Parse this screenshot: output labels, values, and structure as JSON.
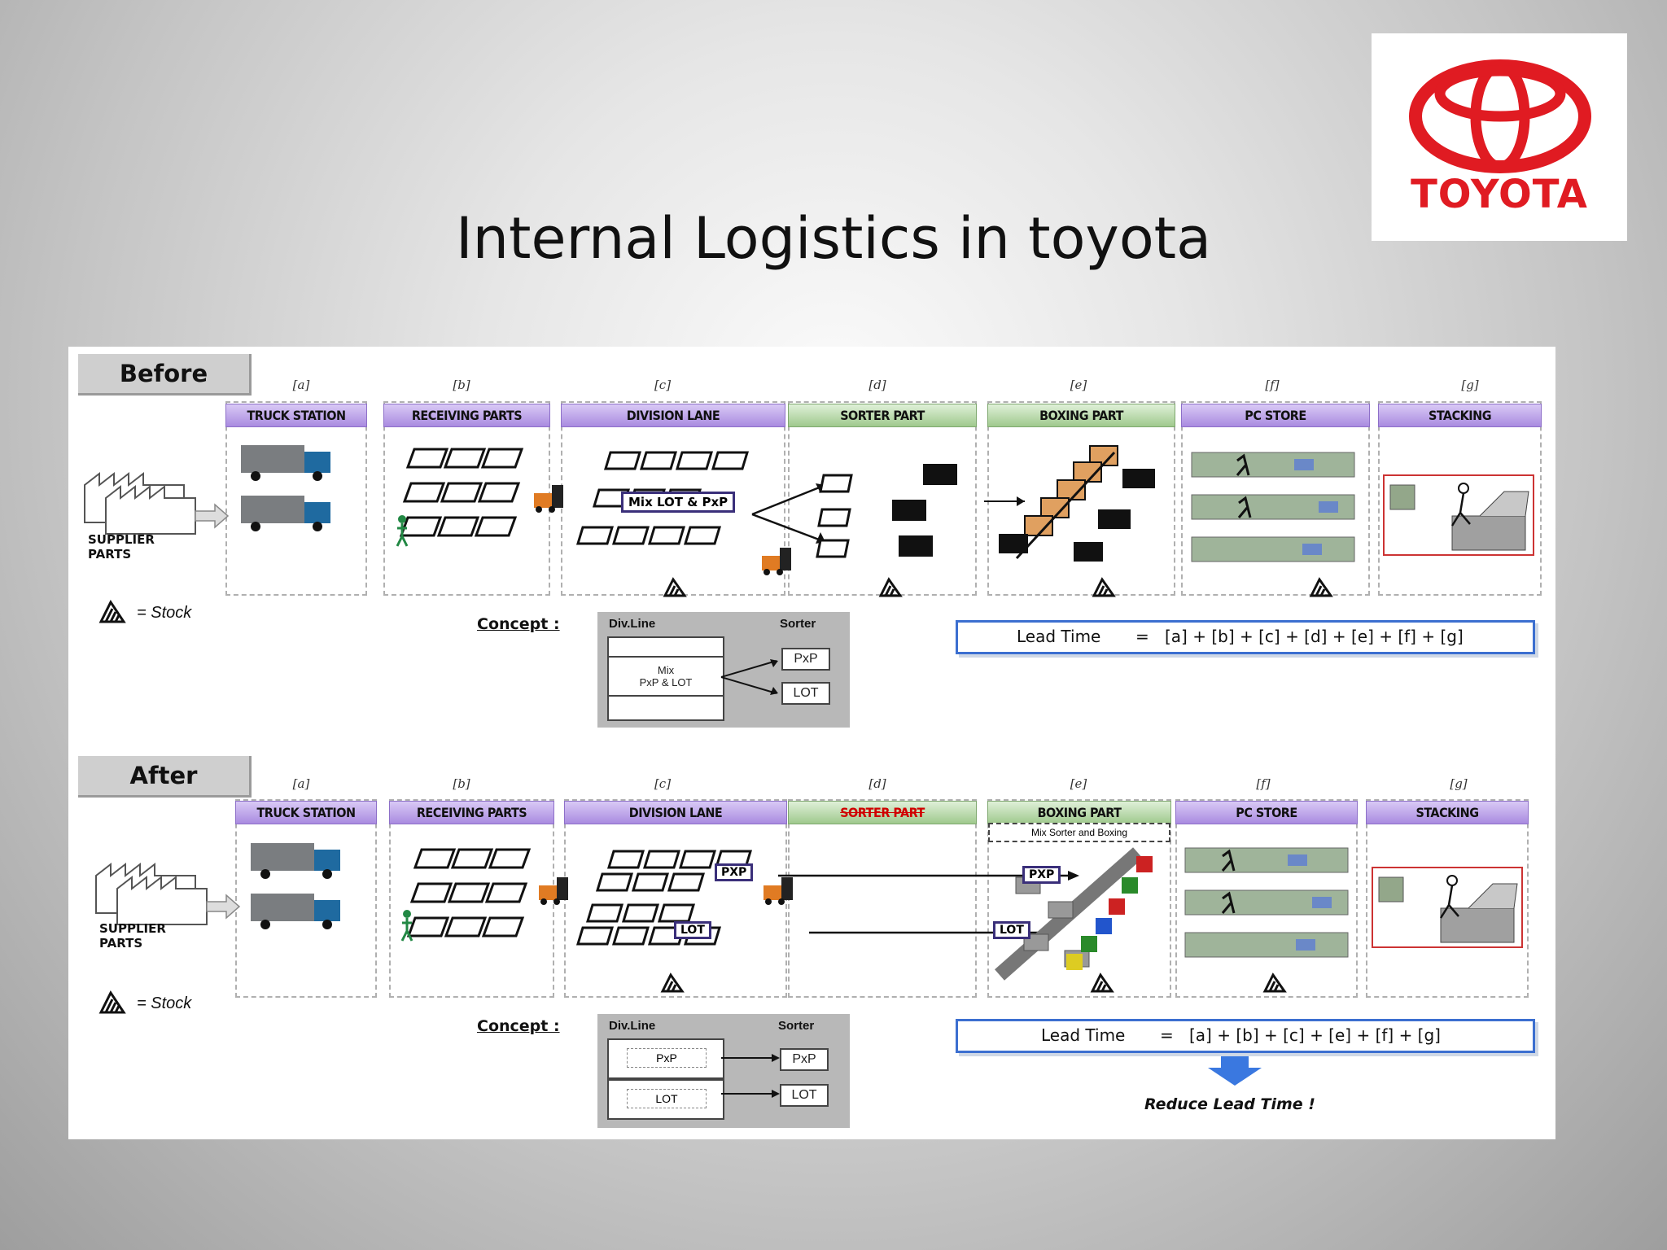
{
  "slide": {
    "title": "Internal Logistics in toyota"
  },
  "logo": {
    "text": "TOYOTA",
    "color": "#e01b22"
  },
  "before": {
    "phase": "Before",
    "stages": [
      {
        "key": "[a]",
        "name": "TRUCK STATION"
      },
      {
        "key": "[b]",
        "name": "RECEIVING PARTS"
      },
      {
        "key": "[c]",
        "name": "DIVISION LANE"
      },
      {
        "key": "[d]",
        "name": "SORTER PART"
      },
      {
        "key": "[e]",
        "name": "BOXING PART"
      },
      {
        "key": "[f]",
        "name": "PC STORE"
      },
      {
        "key": "[g]",
        "name": "STACKING"
      }
    ],
    "supplier": [
      "SUPPLIER",
      "PARTS"
    ],
    "stock_legend": "= Stock",
    "division_tag": "Mix LOT & PxP",
    "concept": {
      "label": "Concept :",
      "left_head": "Div.Line",
      "right_head": "Sorter",
      "mix_line1": "Mix",
      "mix_line2": "PxP & LOT",
      "out1": "PxP",
      "out2": "LOT"
    },
    "lead_time": {
      "label": "Lead Time",
      "eq": "=",
      "formula": "[a] + [b] + [c] + [d] + [e] + [f] + [g]"
    }
  },
  "after": {
    "phase": "After",
    "stages": [
      {
        "key": "[a]",
        "name": "TRUCK STATION"
      },
      {
        "key": "[b]",
        "name": "RECEIVING PARTS"
      },
      {
        "key": "[c]",
        "name": "DIVISION LANE"
      },
      {
        "key": "[d]",
        "name": "SORTER PART"
      },
      {
        "key": "[e]",
        "name": "BOXING PART"
      },
      {
        "key": "[f]",
        "name": "PC STORE"
      },
      {
        "key": "[g]",
        "name": "STACKING"
      }
    ],
    "boxing_sub": "Mix Sorter and Boxing",
    "supplier": [
      "SUPPLIER",
      "PARTS"
    ],
    "stock_legend": "= Stock",
    "tag_pxp": "PXP",
    "tag_lot": "LOT",
    "concept": {
      "label": "Concept :",
      "left_head": "Div.Line",
      "right_head": "Sorter",
      "in1": "PxP",
      "in2": "LOT",
      "out1": "PxP",
      "out2": "LOT"
    },
    "lead_time": {
      "label": "Lead Time",
      "eq": "=",
      "formula": "[a] + [b] + [c] + [e] + [f] + [g]"
    },
    "reduce": "Reduce Lead Time !"
  }
}
